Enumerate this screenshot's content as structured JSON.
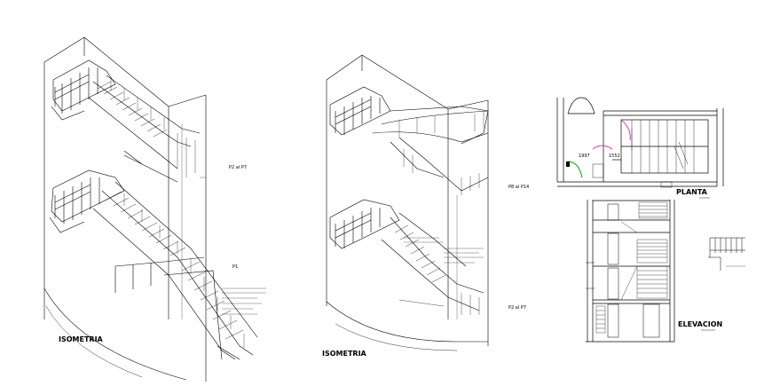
{
  "labels": {
    "isometria_left": "ISOMETRIA",
    "isometria_mid": "ISOMETRIA",
    "planta": "PLANTA",
    "elevacion": "ELEVACION",
    "p2_p7_left": "P2 al P7",
    "p1_left": "P1",
    "p8_p14_mid": "P8 al P14",
    "p2_p7_mid": "P2 al P7",
    "dim_a": "1997",
    "dim_b": "1552"
  },
  "colors": {
    "line": "#000000",
    "door_swing": "#cc00cc",
    "door_green": "#00a000",
    "background": "#ffffff"
  }
}
